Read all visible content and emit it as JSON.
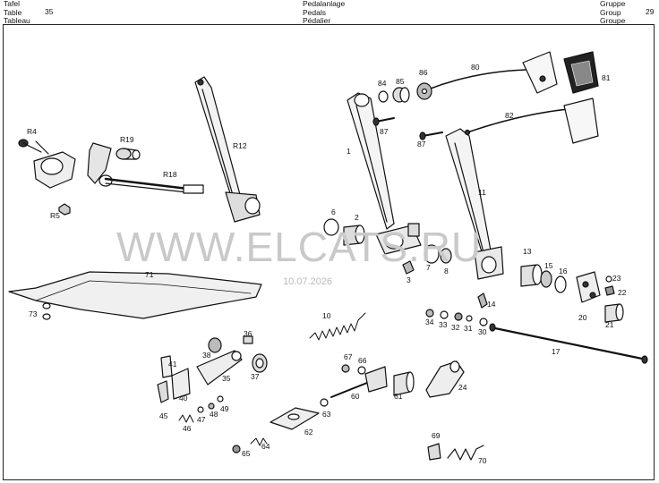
{
  "header": {
    "left_labels": [
      "Tafel",
      "Table",
      "Tableau"
    ],
    "table_number": "35",
    "center_titles": [
      "Pedalanlage",
      "Pedals",
      "Pédalier"
    ],
    "right_labels": [
      "Gruppe",
      "Group",
      "Groupe"
    ],
    "group_number": "29"
  },
  "watermark": {
    "text": "WWW.ELCATS.RU",
    "date": "10.07.2026"
  },
  "callouts": {
    "c1": "1",
    "c2": "2",
    "c3": "3",
    "c6": "6",
    "c7": "7",
    "c8": "8",
    "c10": "10",
    "c11": "11",
    "c13": "13",
    "c14": "14",
    "c15": "15",
    "c16": "16",
    "c17": "17",
    "c20": "20",
    "c21": "21",
    "c22": "22",
    "c23": "23",
    "c24": "24",
    "c30": "30",
    "c31": "31",
    "c32": "32",
    "c33": "33",
    "c34": "34",
    "c35": "35",
    "c36": "36",
    "c37": "37",
    "c38": "38",
    "c40": "40",
    "c41": "41",
    "c45": "45",
    "c46": "46",
    "c47": "47",
    "c48": "48",
    "c49": "49",
    "c60": "60",
    "c61": "61",
    "c62": "62",
    "c63": "63",
    "c64": "64",
    "c65": "65",
    "c66": "66",
    "c67": "67",
    "c69": "69",
    "c70": "70",
    "c71": "71",
    "c73": "73",
    "c80": "80",
    "c81": "81",
    "c82": "82",
    "c84": "84",
    "c85": "85",
    "c86": "86",
    "c87a": "87",
    "c87b": "87",
    "cR4": "R4",
    "cR5": "R5",
    "cR12": "R12",
    "cR18": "R18",
    "cR19": "R19"
  }
}
